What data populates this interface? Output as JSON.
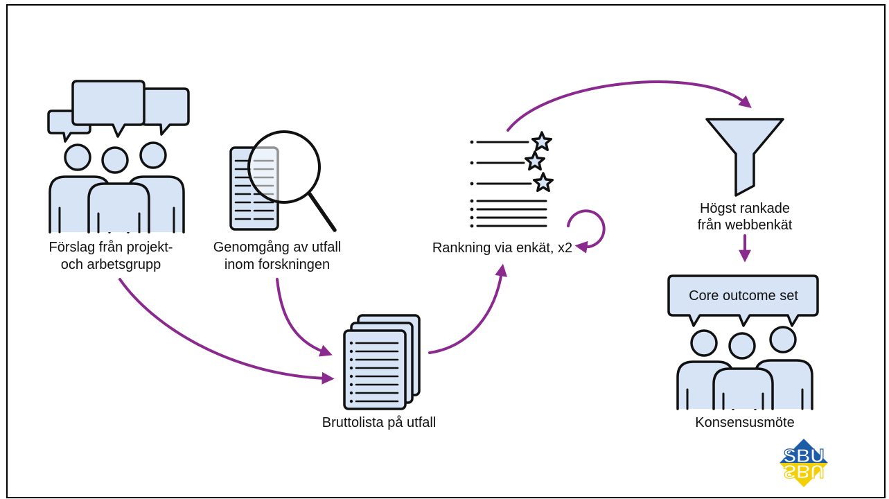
{
  "colors": {
    "arrow_accent": "#8b2a8e",
    "icon_fill": "#d7e4f6",
    "outline": "#111111",
    "logo_blue": "#1d5ca8",
    "logo_yellow": "#f3cf06"
  },
  "nodes": [
    {
      "icon": "people-with-speech-bubbles-icon",
      "label_lines": [
        "Förslag från projekt-",
        "och arbetsgrupp"
      ]
    },
    {
      "icon": "document-magnifying-glass-icon",
      "label_lines": [
        "Genomgång av utfall",
        "inom forskningen"
      ]
    },
    {
      "icon": "document-stack-icon",
      "label_lines": [
        "Bruttolista på utfall"
      ]
    },
    {
      "icon": "star-ranked-list-icon",
      "label_lines": [
        "Rankning via enkät, x2"
      ]
    },
    {
      "icon": "funnel-icon",
      "label_lines": [
        "Högst rankade",
        "från webbenkät"
      ]
    },
    {
      "icon": "meeting-people-icon",
      "bubble_text": "Core outcome set",
      "label_lines": [
        "Konsensusmöte"
      ]
    }
  ],
  "logo": {
    "text": "SBU"
  }
}
